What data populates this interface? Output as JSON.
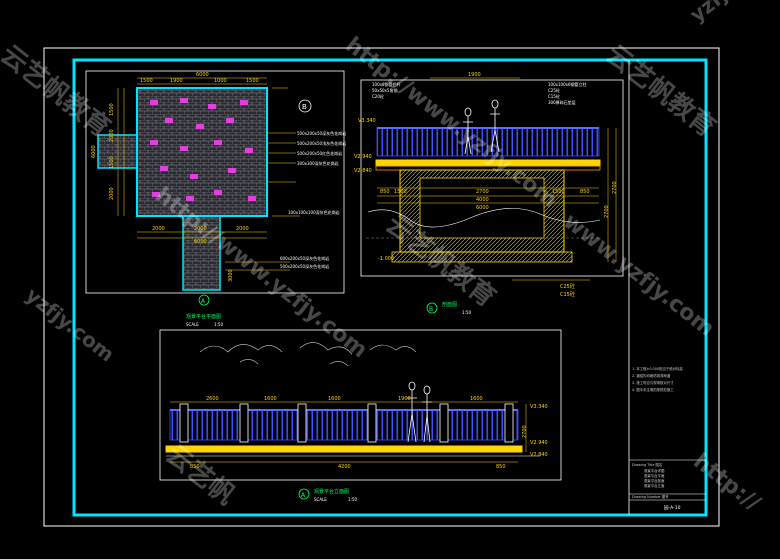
{
  "dims": {
    "plan_top": "6000",
    "plan_top_sub": [
      "1500",
      "1900",
      "1000",
      "1500"
    ],
    "plan_left": [
      "1500",
      "2000",
      "1500",
      "2000"
    ],
    "plan_mid": "6000",
    "plan_bottom": [
      "2000",
      "2000",
      "2000"
    ],
    "plan_bottom_total": "6000",
    "plan_stem": "3000",
    "section_top": "1900",
    "section_bottom_a": [
      "850",
      "1500",
      "2700",
      "1500",
      "850"
    ],
    "section_bottom_b": "4000",
    "section_bottom_c": "6000",
    "section_right": [
      "2700",
      "2700"
    ],
    "elev_upper": [
      "2600",
      "1600",
      "1600",
      "1900",
      "1600"
    ],
    "elev_lower": [
      "850",
      "4200",
      "850"
    ],
    "elev_right": "2700"
  },
  "levels": {
    "section_top": "V3.340",
    "section_deck": "V2.940",
    "section_water": "V2.840",
    "section_bottom": "-1.000",
    "elev_top": "V3.340",
    "elev_mid": "V2.940",
    "elev_low": "V2.840"
  },
  "labels": {
    "plan_title": "观景平台平面图",
    "plan_scale": "SCALE",
    "plan_ratio": "1:50",
    "section_title": "剖面图",
    "section_ratio": "1:50",
    "elev_title": "观景平台立面图",
    "elev_scale": "SCALE",
    "elev_ratio": "1:50",
    "marker_a": "A",
    "marker_b": "B",
    "c25": "C25砼",
    "c15": "C15砼",
    "sheet_no": "园-A-10"
  },
  "annotations": {
    "plan": [
      "500x200x50深灰色花岗岩",
      "500x200x50浅灰色花岗岩",
      "500x200x50红色花岗岩",
      "300x300深灰色花岗岩",
      "100x100x100深灰色花岗岩",
      "600x200x50深灰色花岗岩",
      "500x200x50深灰色花岗岩"
    ],
    "section_left": [
      "100x8钢管栏杆",
      "50x50x5角钢",
      "C20砼"
    ],
    "section_right": [
      "100x100x6钢管立柱",
      "C25砼",
      "C15砼",
      "300厚碎石垫层"
    ]
  },
  "title_block": {
    "rows": [
      "Drawing Title 图名",
      "观景平台详图",
      "观景平台平面",
      "观景平台剖面",
      "观景平台立面",
      "Drawing Number 图号"
    ]
  },
  "notes": [
    "1. 本工程±0.000相当于绝对标高",
    "2. 钢结构均刷防锈漆两道",
    "3. 施工时应与现场核对尺寸",
    "4. 图中未注明的按规范施工"
  ],
  "watermarks": [
    "云艺帆教育",
    "http://www.yzfjy.com",
    "yzfjy.com",
    "云艺帆教育",
    "http://www.yzfjy.com",
    "yzfjy.com",
    "云艺帆教育",
    "www.yzfjy.com",
    "云艺帆",
    "http://"
  ]
}
